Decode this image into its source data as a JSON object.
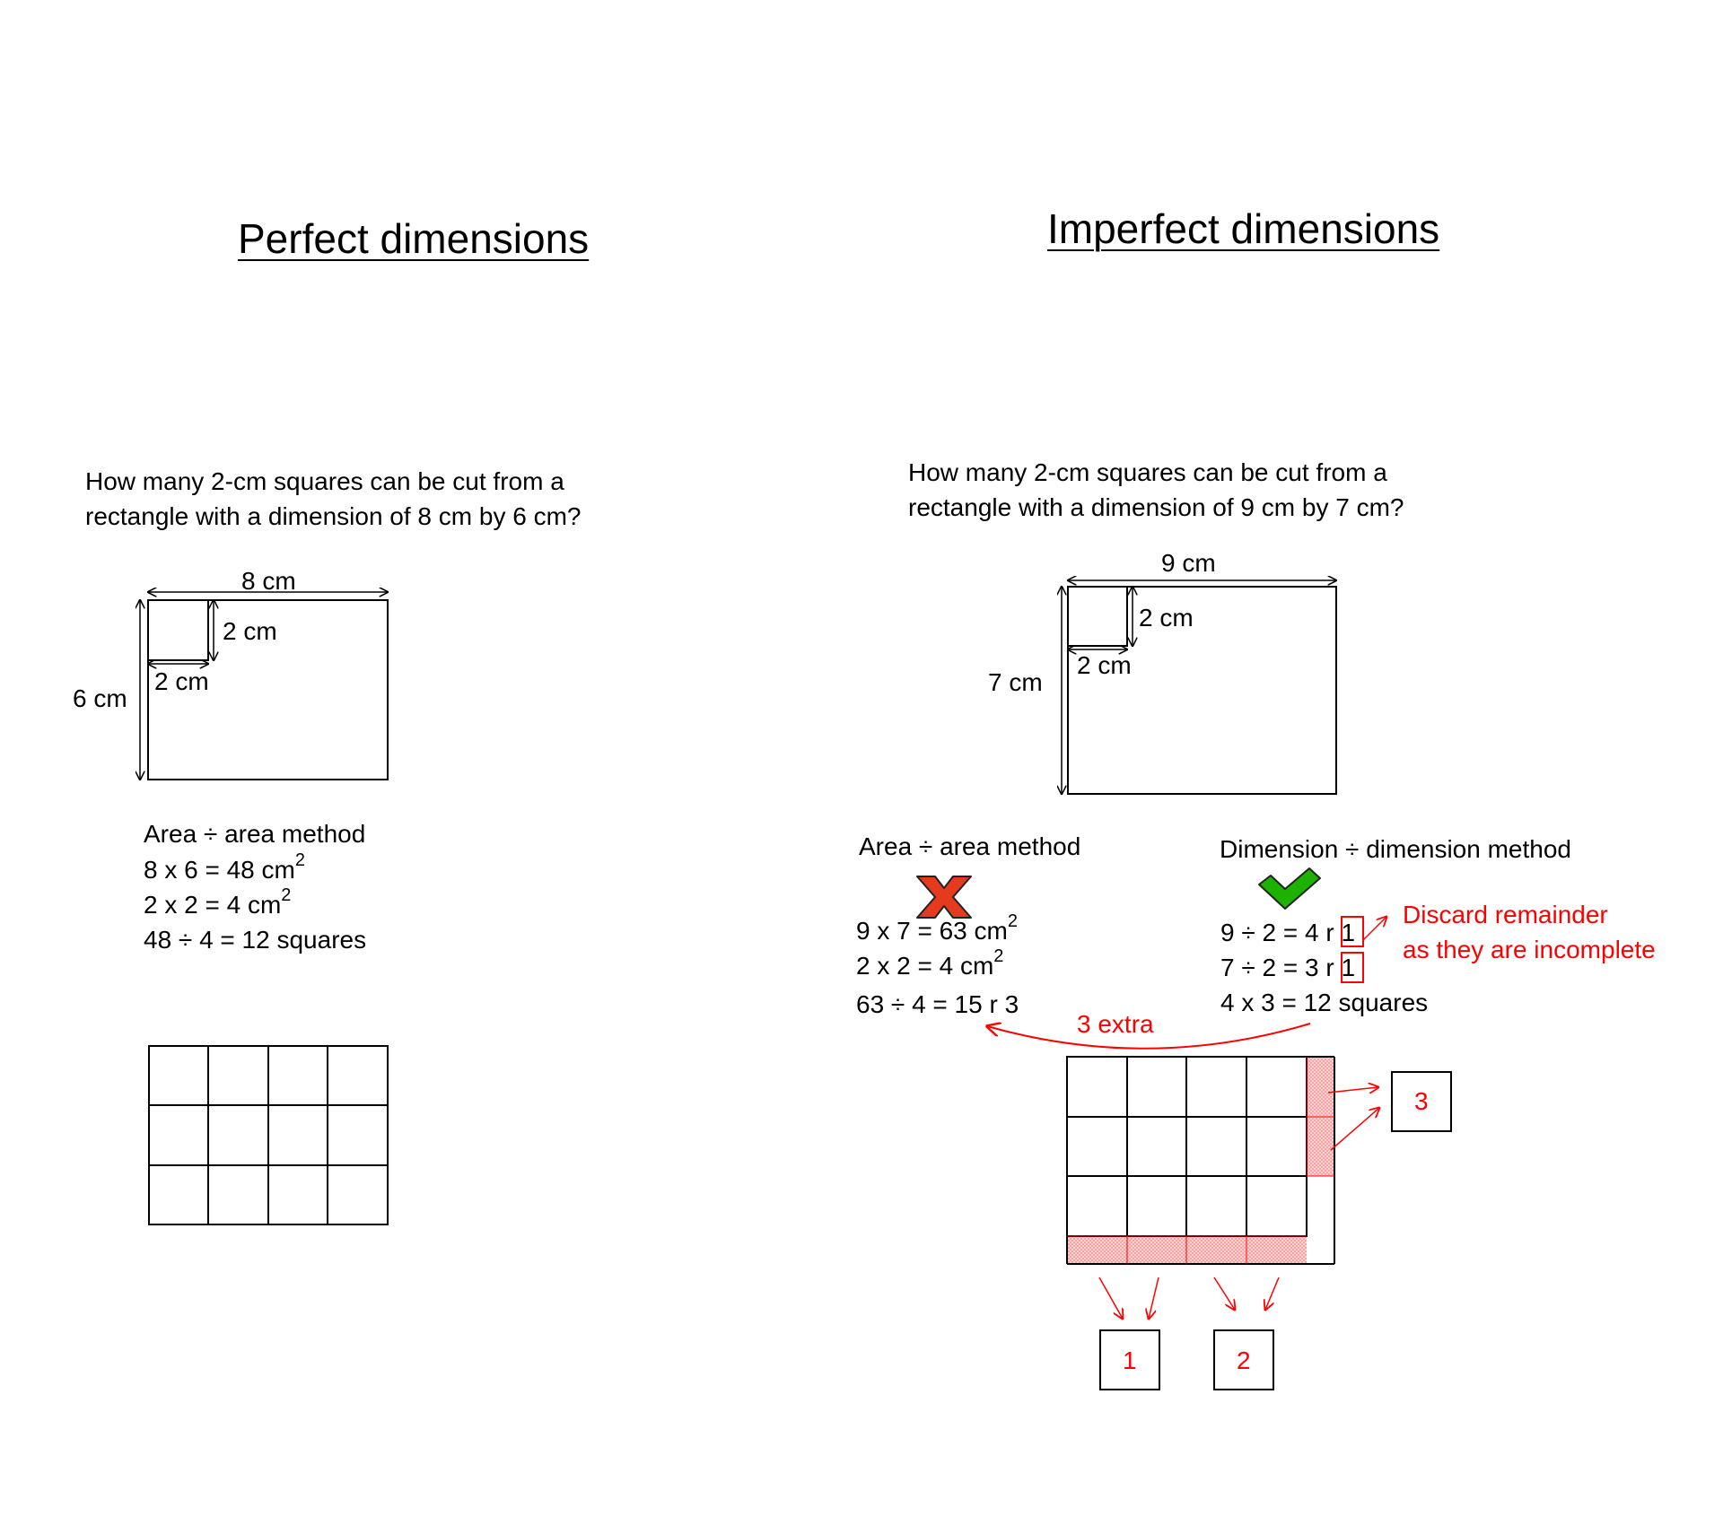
{
  "colors": {
    "ink": "#000000",
    "highlight": "#ff0000",
    "hatch": "#f7b8b8",
    "check": "#1db100",
    "cross": "#e53a1e"
  },
  "perfect": {
    "title": "Perfect dimensions",
    "question_line1": "How many 2-cm squares can be cut from a",
    "question_line2": "rectangle with a dimension of 8 cm by 6 cm?",
    "width_label": "8 cm",
    "height_label": "6 cm",
    "square_height_label": "2 cm",
    "square_width_label": "2 cm",
    "method_title": "Area ÷ area method",
    "calc1": "8 x 6 = 48 cm",
    "calc1_sup": "2",
    "calc2": "2 x 2 = 4 cm",
    "calc2_sup": "2",
    "calc3": "48 ÷ 4 = 12 squares"
  },
  "imperfect": {
    "title": "Imperfect dimensions",
    "question_line1": "How many 2-cm squares can be cut from a",
    "question_line2": "rectangle with a dimension of 9 cm by 7 cm?",
    "width_label": "9 cm",
    "height_label": "7 cm",
    "square_height_label": "2 cm",
    "square_width_label": "2 cm",
    "area_method": {
      "title": "Area ÷ area method",
      "verdict_icon": "cross-icon",
      "calc1": "9 x 7 = 63 cm",
      "calc1_sup": "2",
      "calc2": "2 x 2 = 4 cm",
      "calc2_sup": "2",
      "calc3": "63 ÷ 4 = 15 r 3"
    },
    "dimension_method": {
      "title": "Dimension ÷ dimension method",
      "verdict_icon": "check-icon",
      "calc1": "9 ÷ 2 = 4 r",
      "calc1_remainder": "1",
      "calc2": "7 ÷ 2 = 3 r",
      "calc2_remainder": "1",
      "calc3": "4 x 3 = 12 squares"
    },
    "note_line1": "Discard remainder",
    "note_line2": "as they are incomplete",
    "extra_label": "3 extra",
    "leftover_boxes": [
      "1",
      "2",
      "3"
    ]
  }
}
